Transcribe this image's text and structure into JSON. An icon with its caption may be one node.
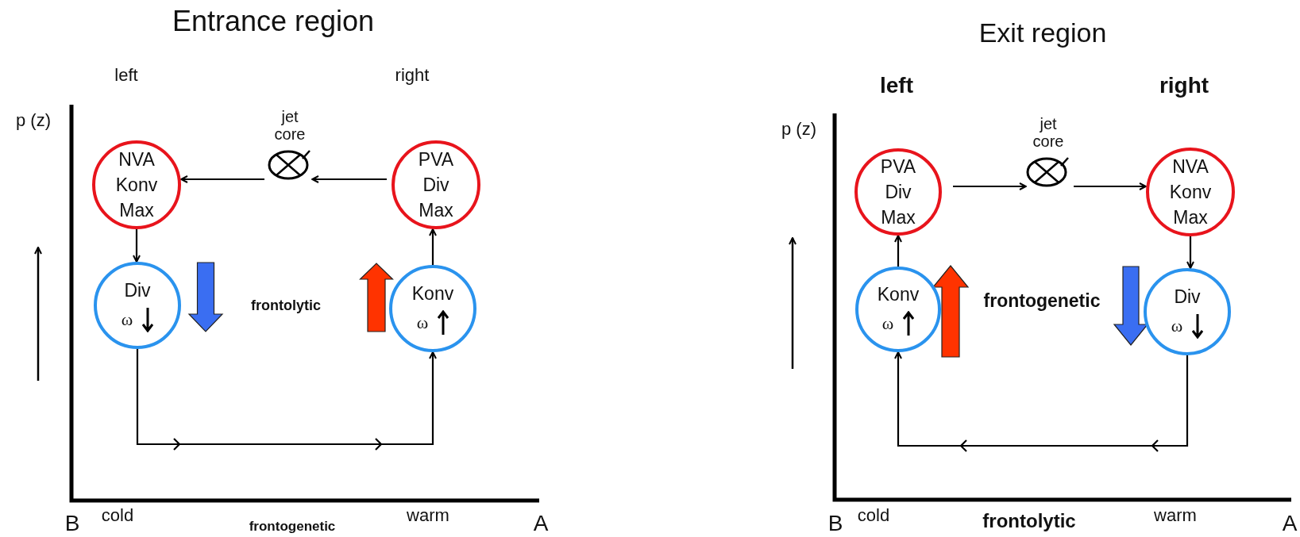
{
  "diagram": {
    "nodes": [
      {
        "text": [
          "NVA Konv Max"
        ]
      },
      {
        "text": [
          "jet core"
        ]
      },
      {
        "text": [
          "PVA Div Max"
        ]
      },
      {
        "text": [
          "Div",
          "ω"
        ]
      },
      {
        "text": [
          "Konv",
          "ω"
        ]
      },
      {
        "text": [
          "PVA Div Max"
        ]
      },
      {
        "text": [
          "jet core"
        ]
      },
      {
        "text": [
          "NVA Konv Max"
        ]
      },
      {
        "text": [
          "Konv",
          "ω"
        ]
      },
      {
        "text": [
          "Div",
          "ω"
        ]
      }
    ],
    "edges": [
      {
        "from": 2,
        "to": 1,
        "arrow": "to"
      },
      {
        "from": 1,
        "to": 0,
        "arrow": "to"
      },
      {
        "from": 0,
        "to": 3,
        "arrow": "to"
      },
      {
        "from": 4,
        "to": 2,
        "arrow": "to"
      },
      {
        "from": 3,
        "to": 4,
        "arrow": "to"
      },
      {
        "from": 5,
        "to": 6,
        "arrow": "to"
      },
      {
        "from": 6,
        "to": 7,
        "arrow": "to"
      },
      {
        "from": 8,
        "to": 5,
        "arrow": "to"
      },
      {
        "from": 7,
        "to": 9,
        "arrow": "to"
      },
      {
        "from": 9,
        "to": 8,
        "arrow": "to"
      }
    ],
    "labels": [
      "Entrance region",
      "left",
      "right",
      "p (z)",
      "frontolytic",
      "B",
      "cold",
      "warm",
      "A",
      "frontogenetic",
      "Exit region",
      "left",
      "right",
      "p (z)",
      "frontogenetic",
      "B",
      "cold",
      "frontolytic",
      "warm",
      "A"
    ]
  }
}
